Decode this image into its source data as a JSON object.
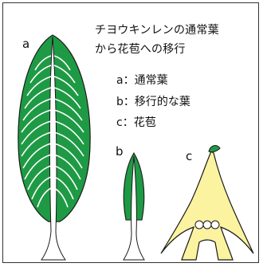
{
  "title": {
    "line1": "チヨウキンレンの通常葉",
    "line2": "から花苞への移行"
  },
  "legend": [
    "a：通常葉",
    "b：移行的な葉",
    "c：花苞"
  ],
  "labels": {
    "a": "a",
    "b": "b",
    "c": "c"
  },
  "colors": {
    "leaf_green": "#1e9a45",
    "bract_yellow": "#fbf3a0",
    "bract_tip_green": "#1e9a45",
    "outline": "#1a1a1a",
    "vein": "#ffffff"
  }
}
